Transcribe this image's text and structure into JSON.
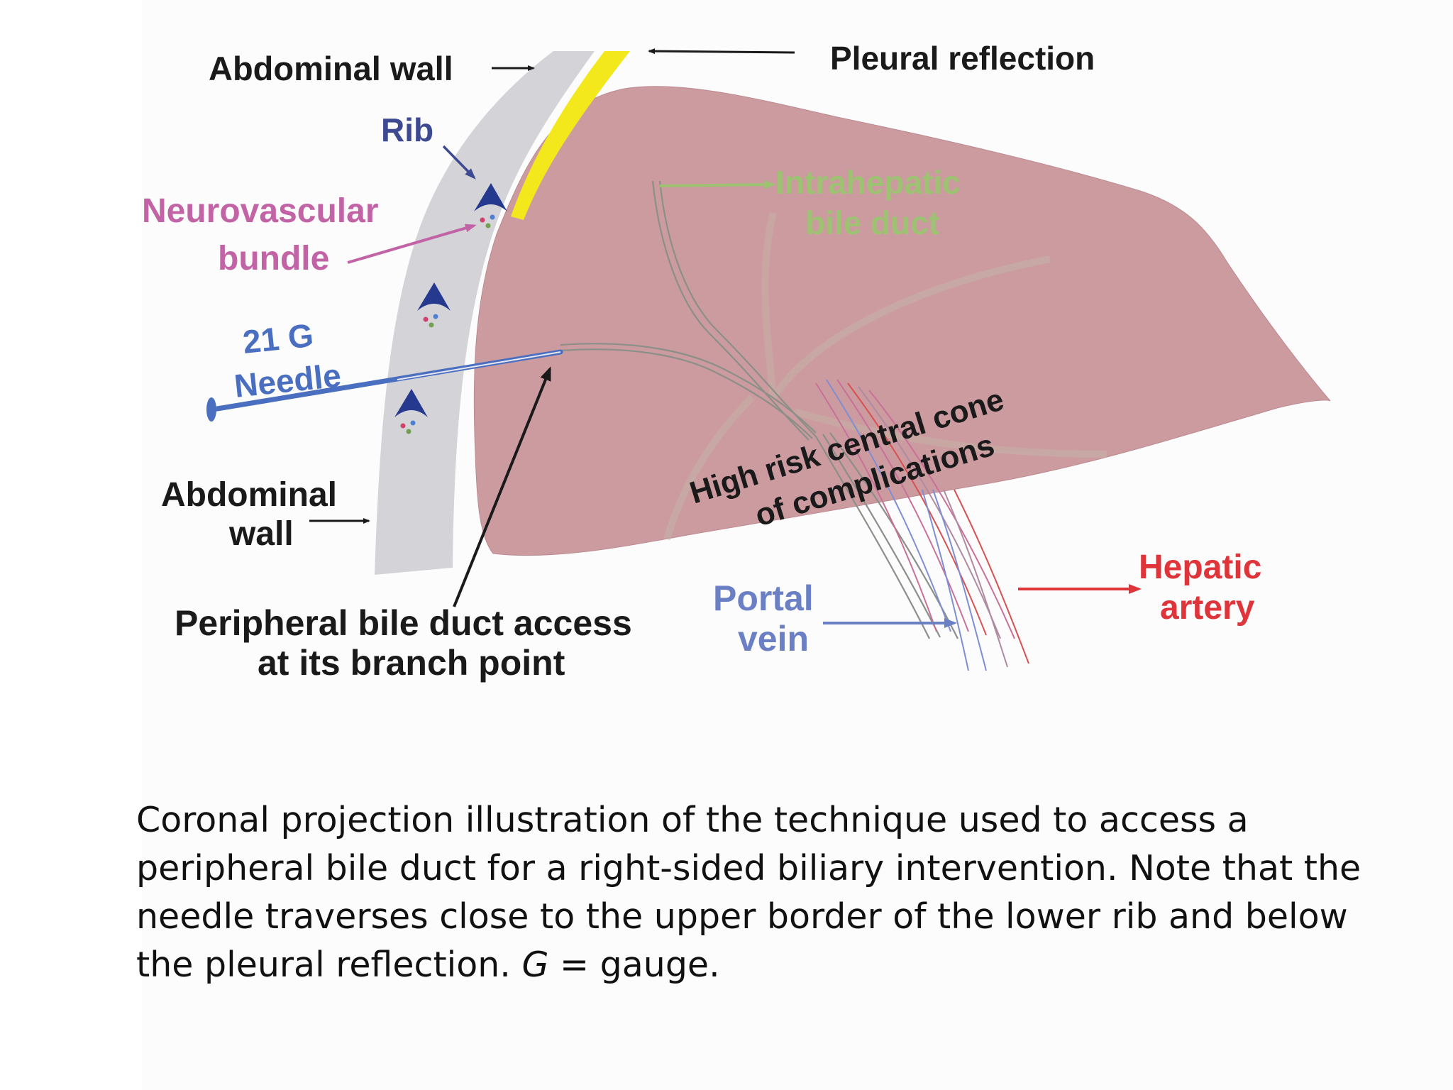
{
  "diagram": {
    "labels": {
      "abdominal_wall_top": "Abdominal wall",
      "pleural_reflection": "Pleural reflection",
      "rib": "Rib",
      "neurovascular_line1": "Neurovascular",
      "neurovascular_line2": "bundle",
      "intrahepatic_line1": "Intrahepatic",
      "intrahepatic_line2": "bile duct",
      "needle_line1": "21 G",
      "needle_line2": "Needle",
      "high_risk_line1": "High risk central cone",
      "high_risk_line2": "of complications",
      "abdominal_wall_bottom_line1": "Abdominal",
      "abdominal_wall_bottom_line2": "wall",
      "hepatic_artery_line1": "Hepatic",
      "hepatic_artery_line2": "artery",
      "portal_vein_line1": "Portal",
      "portal_vein_line2": "vein",
      "peripheral_line1": "Peripheral bile duct access",
      "peripheral_line2": "at its branch point"
    },
    "colors": {
      "liver": "#cc9ba0",
      "abdominal_wall": "#d4d4d8",
      "pleura": "#f2e81c",
      "black_label": "#1a1a1a",
      "rib_label": "#3d4a92",
      "neurovascular_label": "#c263a6",
      "intrahepatic_label": "#9cc272",
      "needle_label": "#4a6fc0",
      "hepatic_artery_label": "#e0343b",
      "portal_vein_label": "#6b7fc4"
    }
  },
  "caption": {
    "part1": "Coronal projection illustration of the technique used to access a peripheral bile duct for a right-sided biliary intervention. Note that the needle traverses close to the upper border of the lower rib and below the pleural reflection. ",
    "italic": "G",
    "part2": " = gauge."
  }
}
